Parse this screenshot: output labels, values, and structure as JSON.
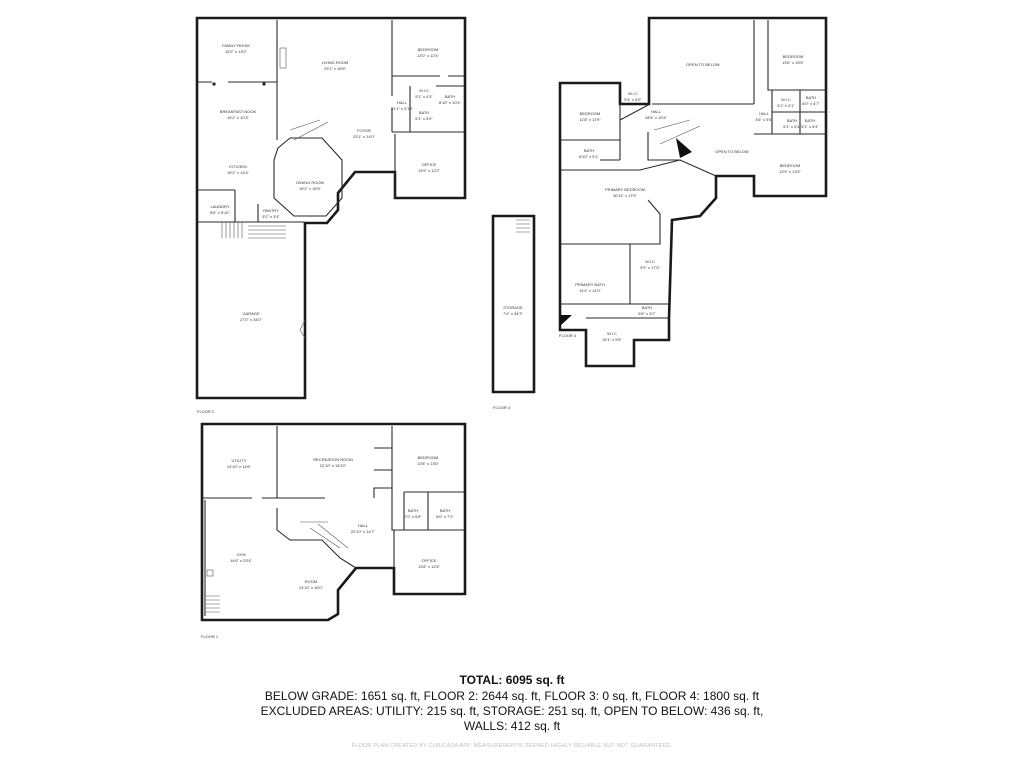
{
  "floors": {
    "floor2": {
      "label": "FLOOR 2",
      "rooms": {
        "family_room": {
          "name": "FAMILY ROOM",
          "dims": "15'2\" x 13'0\""
        },
        "living_room": {
          "name": "LIVING ROOM",
          "dims": "23'1\" x 16'8\""
        },
        "bedroom": {
          "name": "BEDROOM",
          "dims": "13'0\" x 12'4\""
        },
        "wic": {
          "name": "W.I.C",
          "dims": "5'1\" x 4'3\""
        },
        "bath1": {
          "name": "BATH",
          "dims": "8'10\" x 10'4\""
        },
        "hall": {
          "name": "HALL",
          "dims": "21'1\" x 3'10\""
        },
        "bath2": {
          "name": "BATH",
          "dims": "5'1\" x 5'0\""
        },
        "breakfast_nook": {
          "name": "BREAKFAST NOOK",
          "dims": "15'2\" x 10'3\""
        },
        "foyer": {
          "name": "FOYER",
          "dims": "23'1\" x 14'0\""
        },
        "kitchen": {
          "name": "KITCHEN",
          "dims": "15'2\" x 14'4\""
        },
        "office": {
          "name": "OFFICE",
          "dims": "13'9\" x 12'2\""
        },
        "dining_room": {
          "name": "DINING ROOM",
          "dims": "15'2\" x 16'0\""
        },
        "laundry": {
          "name": "LAUNDRY",
          "dims": "8'6\" x 5'10\""
        },
        "pantry": {
          "name": "PANTRY",
          "dims": "5'2\" x 3'4\""
        },
        "garage": {
          "name": "GARAGE",
          "dims": "27'0\" x 34'0\""
        }
      }
    },
    "floor3": {
      "label": "FLOOR 3",
      "rooms": {
        "storage": {
          "name": "STORAGE",
          "dims": "7'4\" x 34'3\""
        }
      }
    },
    "floor4": {
      "label": "FLOOR 4",
      "rooms": {
        "open_to_below1": {
          "name": "OPEN TO BELOW",
          "dims": ""
        },
        "bedroom1": {
          "name": "BEDROOM",
          "dims": "13'6\" x 15'5\""
        },
        "wic1": {
          "name": "W.I.C",
          "dims": "5'4\" x 5'0\""
        },
        "hall": {
          "name": "HALL",
          "dims": "28'6\" x 10'4\""
        },
        "bedroom2": {
          "name": "BEDROOM",
          "dims": "11'8\" x 11'9\""
        },
        "wic2": {
          "name": "W.I.C",
          "dims": "5'1\" x 4'1\""
        },
        "bath1": {
          "name": "BATH",
          "dims": "8'0\" x 4'7\""
        },
        "hall2": {
          "name": "HALL",
          "dims": "3'6\" x 5'5\""
        },
        "bath2": {
          "name": "BATH",
          "dims": "5'1\" x 5'4\""
        },
        "bath3": {
          "name": "BATH",
          "dims": "5'1\" x 5'4\""
        },
        "bath4": {
          "name": "BATH",
          "dims": "8'10\" x 5'1\""
        },
        "open_to_below2": {
          "name": "OPEN TO BELOW",
          "dims": ""
        },
        "bedroom3": {
          "name": "BEDROOM",
          "dims": "13'9\" x 13'5\""
        },
        "primary_bedroom": {
          "name": "PRIMARY BEDROOM",
          "dims": "30'11\" x 17'9\""
        },
        "wic3": {
          "name": "W.I.C",
          "dims": "9'0\" x 17'0\""
        },
        "primary_bath": {
          "name": "PRIMARY BATH",
          "dims": "14'2\" x 14'0\""
        },
        "bath5": {
          "name": "BATH",
          "dims": "8'6\" x 3'2\""
        },
        "wic4": {
          "name": "W.I.C",
          "dims": "15'1\" x 9'6\""
        }
      }
    },
    "floor1": {
      "label": "FLOOR 1",
      "rooms": {
        "utility": {
          "name": "UTILITY",
          "dims": "14'10\" x 14'6\""
        },
        "recreation_room": {
          "name": "RECREATION ROOM",
          "dims": "22'10\" x 14'10\""
        },
        "bedroom": {
          "name": "BEDROOM",
          "dims": "13'8\" x 13'6\""
        },
        "bath1": {
          "name": "BATH",
          "dims": "7'0\" x 6'8\""
        },
        "bath2": {
          "name": "BATH",
          "dims": "8'0\" x 7'2\""
        },
        "hall": {
          "name": "HALL",
          "dims": "22'10\" x 14'7\""
        },
        "gym": {
          "name": "GYM",
          "dims": "14'6\" x 23'4\""
        },
        "office": {
          "name": "OFFICE",
          "dims": "13'8\" x 12'6\""
        },
        "room": {
          "name": "ROOM",
          "dims": "14'10\" x 16'0\""
        }
      }
    }
  },
  "summary": {
    "total": "TOTAL: 6095 sq. ft",
    "line1": "BELOW GRADE: 1651 sq. ft, FLOOR 2: 2644 sq. ft, FLOOR 3: 0 sq. ft, FLOOR 4: 1800 sq. ft",
    "line2": "EXCLUDED AREAS: UTILITY: 215 sq. ft, STORAGE: 251 sq. ft, OPEN TO BELOW: 436 sq. ft,",
    "line3": "WALLS: 412 sq. ft"
  },
  "credit": "FLOOR PLAN CREATED BY CUBICASA APP. MEASUREMENTS DEEMED HIGHLY RELIABLE BUT NOT GUARANTEED."
}
